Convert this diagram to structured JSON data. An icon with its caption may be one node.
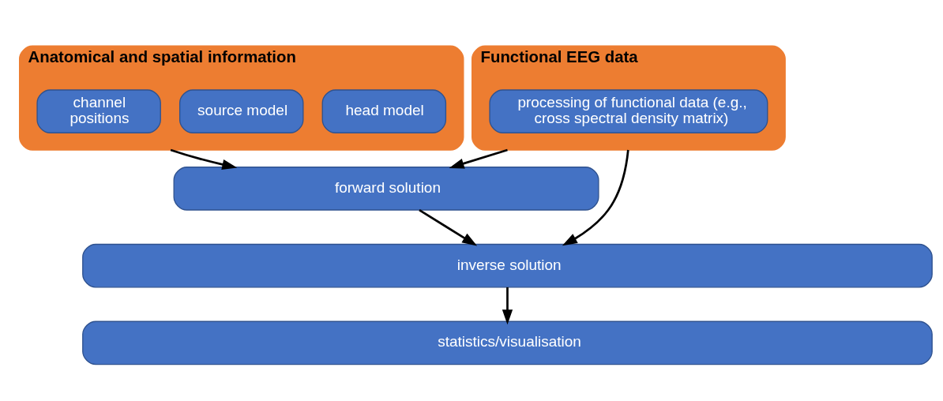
{
  "diagram": {
    "nodes": [
      {
        "text": [
          "Anatomical and spatial information"
        ]
      },
      {
        "text": [
          "head model"
        ],
        "in": 0
      },
      {
        "text": [
          "source model"
        ],
        "in": 0
      },
      {
        "text": [
          "channel positions"
        ],
        "in": 0
      },
      {
        "text": [
          "Functional EEG data"
        ]
      },
      {
        "text": [
          "processing of functional data (e.g., cross spectral density matrix)"
        ],
        "in": 4
      },
      {
        "text": [
          "forward solution"
        ]
      },
      {
        "text": [
          "inverse solution"
        ]
      },
      {
        "text": [
          "statistics/visualisation"
        ]
      }
    ],
    "edges": [
      {
        "from": 0,
        "to": 6,
        "arrow": "to"
      },
      {
        "from": 4,
        "to": 6,
        "arrow": "to"
      },
      {
        "from": 6,
        "to": 7,
        "arrow": "to"
      },
      {
        "from": 4,
        "to": 7,
        "arrow": "to"
      },
      {
        "from": 7,
        "to": 8,
        "arrow": "to"
      }
    ]
  }
}
